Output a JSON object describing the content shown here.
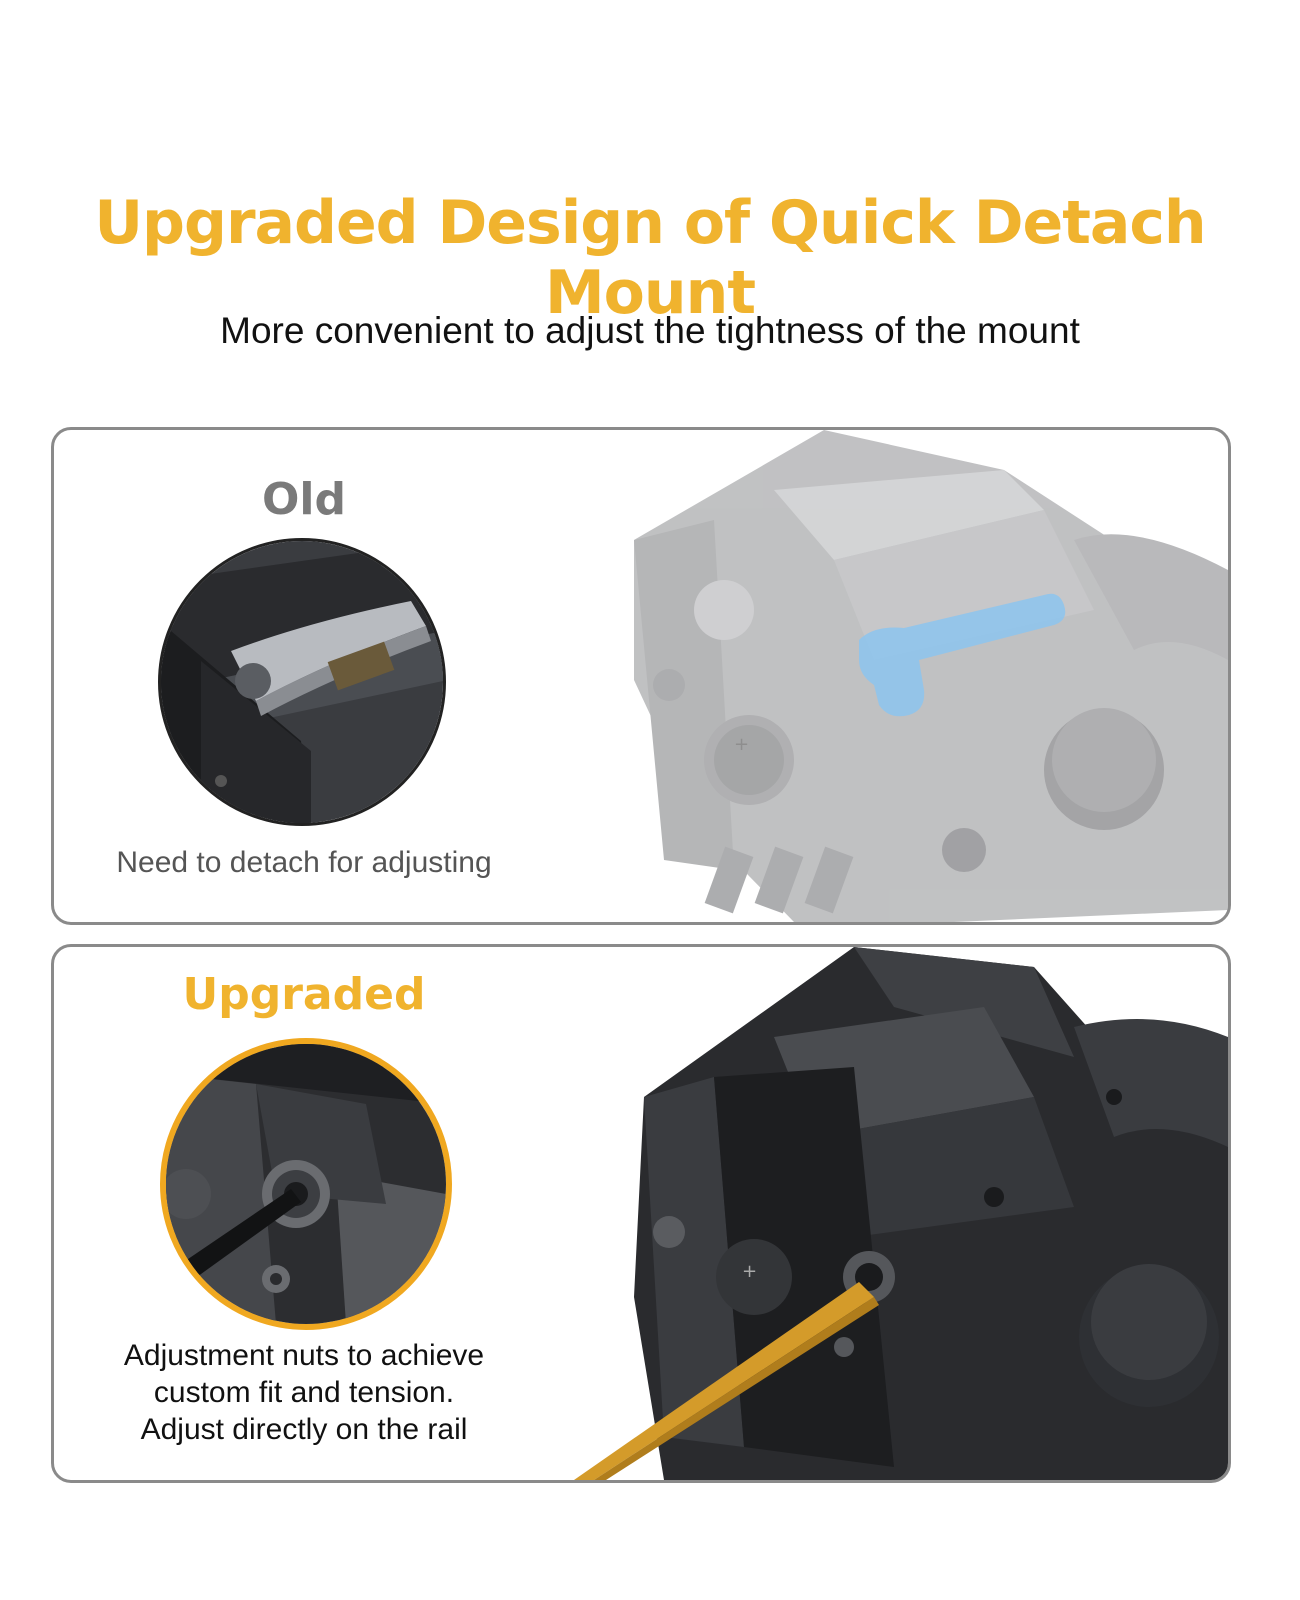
{
  "header": {
    "title": "Upgraded Design of Quick Detach Mount",
    "subtitle": "More convenient to adjust the tightness of the mount"
  },
  "panels": {
    "old": {
      "label": "Old",
      "caption": "Need to detach for adjusting",
      "detail_image": "old-lever-closeup",
      "product_image": "mount-with-blue-wrench"
    },
    "upgraded": {
      "label": "Upgraded",
      "caption_lines": [
        "Adjustment nuts to achieve",
        "custom fit and tension.",
        "Adjust directly on the rail"
      ],
      "detail_image": "hex-key-in-adjustment-nut-closeup",
      "product_image": "mount-with-hex-key"
    }
  },
  "colors": {
    "accent": "#f0b32e",
    "old_label": "#7a7a7a",
    "panel_border": "#8a8a8a",
    "wrench_blue": "#8fc4ec",
    "hex_key_gold": "#d49b2a"
  }
}
